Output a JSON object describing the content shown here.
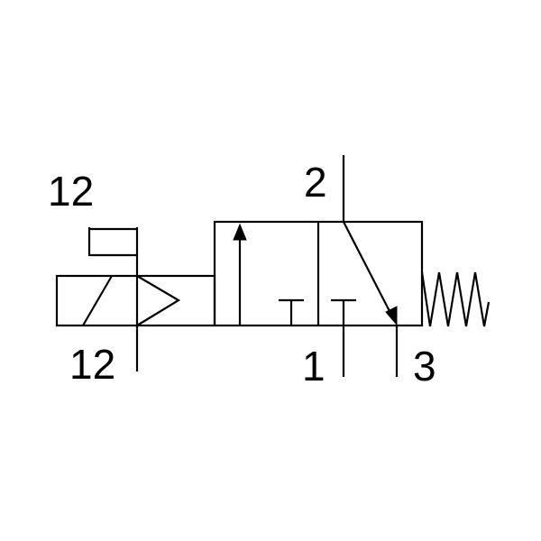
{
  "diagram": {
    "type": "pneumatic-3-2-way-solenoid-valve-symbol",
    "ports": {
      "pilot_top": "12",
      "pilot_bottom": "12",
      "working": "2",
      "supply": "1",
      "exhaust": "3"
    },
    "actuation": [
      "manual-override",
      "solenoid"
    ],
    "return": "spring",
    "colors": {
      "line": "#000000",
      "background": "#ffffff"
    }
  }
}
